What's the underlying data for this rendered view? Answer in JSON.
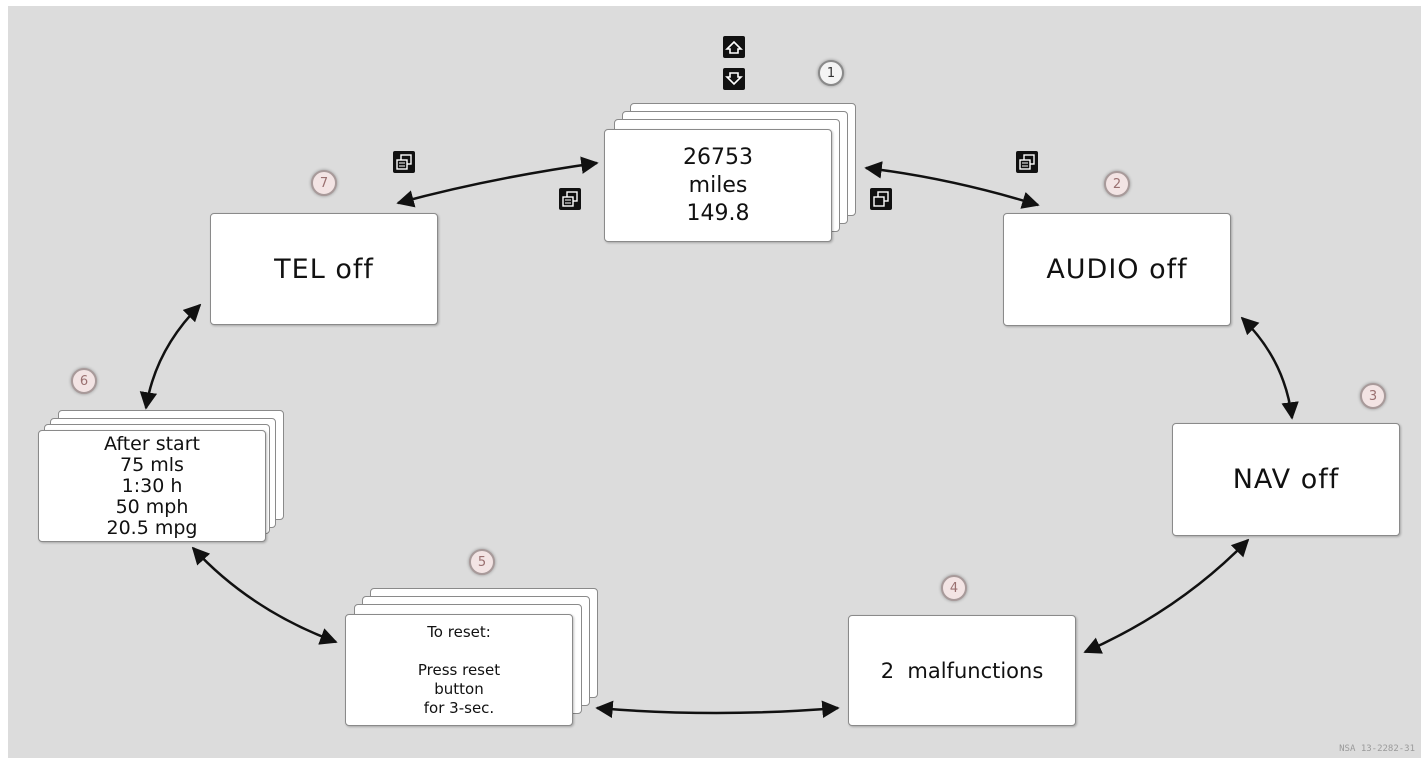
{
  "cards": {
    "odometer": {
      "lines": [
        "26753",
        "miles",
        "149.8"
      ]
    },
    "tel": {
      "label": "TEL off"
    },
    "audio": {
      "label": "AUDIO off"
    },
    "nav": {
      "label": "NAV off"
    },
    "malfunctions": {
      "label": "2  malfunctions"
    },
    "reset": {
      "lines": [
        "To reset:",
        "",
        "Press reset",
        "button",
        "for 3-sec."
      ]
    },
    "after_start": {
      "lines": [
        "After start",
        "75 mls",
        "1:30 h",
        "50 mph",
        "20.5 mpg"
      ]
    }
  },
  "badges": {
    "b1": "1",
    "b2": "2",
    "b3": "3",
    "b4": "4",
    "b5": "5",
    "b6": "6",
    "b7": "7"
  },
  "icons": {
    "up": "up-arrow-key-icon",
    "down": "down-arrow-key-icon",
    "menu": "display-page-icon"
  },
  "footer": {
    "code": "NSA 13-2282-31"
  },
  "colors": {
    "background": "#dcdcdc",
    "card": "#ffffff",
    "arrow": "#111111",
    "key": "#111111"
  }
}
